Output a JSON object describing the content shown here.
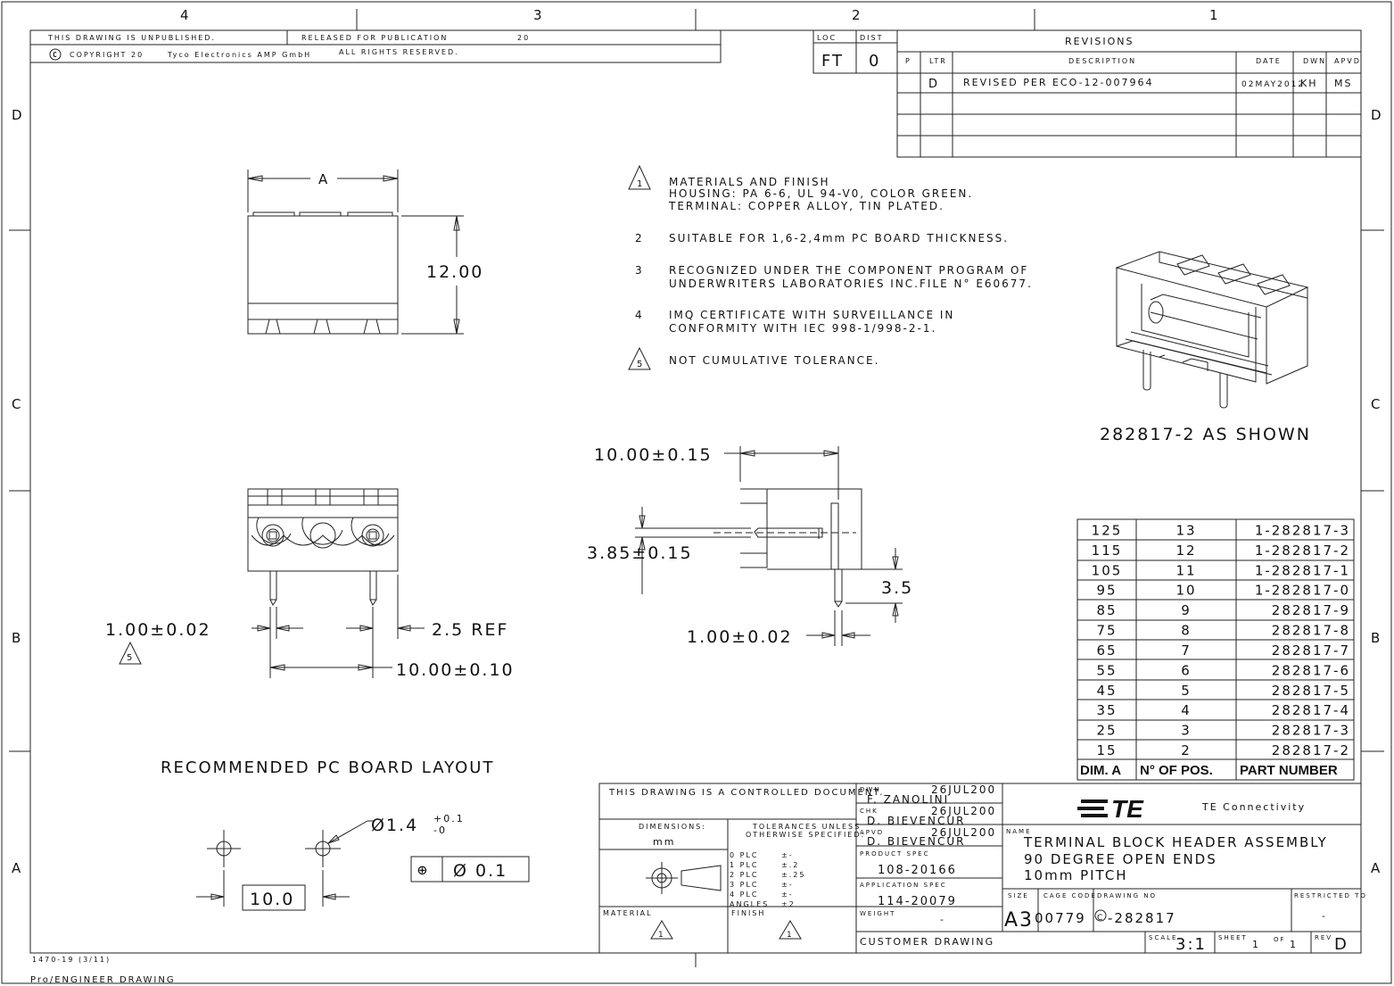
{
  "zones_top": [
    "4",
    "3",
    "2",
    "1"
  ],
  "zones_side": [
    "D",
    "C",
    "B",
    "A"
  ],
  "header": {
    "unpublished": "THIS DRAWING IS UNPUBLISHED.",
    "released": "RELEASED FOR PUBLICATION",
    "year": "20",
    "copyright": "COPYRIGHT 20",
    "company": "Tyco Electronics AMP GmbH",
    "rights": "ALL RIGHTS RESERVED."
  },
  "loc": {
    "loc_label": "LOC",
    "loc_value": "FT",
    "dist_label": "DIST",
    "dist_value": "0"
  },
  "revisions": {
    "title": "REVISIONS",
    "cols": [
      "P",
      "LTR",
      "DESCRIPTION",
      "DATE",
      "DWN",
      "APVD"
    ],
    "rows": [
      {
        "ltr": "D",
        "desc": "REVISED PER ECO-12-007964",
        "date": "02MAY2012",
        "dwn": "KH",
        "apvd": "MS"
      }
    ]
  },
  "notes": [
    {
      "num": "1",
      "tri": true,
      "lines": [
        "MATERIALS AND FINISH",
        "HOUSING: PA 6-6, UL 94-V0, COLOR GREEN.",
        "TERMINAL: COPPER ALLOY, TIN PLATED."
      ]
    },
    {
      "num": "2",
      "tri": false,
      "lines": [
        "SUITABLE FOR 1,6-2,4mm PC BOARD THICKNESS."
      ]
    },
    {
      "num": "3",
      "tri": false,
      "lines": [
        "RECOGNIZED UNDER THE COMPONENT PROGRAM OF",
        "UNDERWRITERS LABORATORIES INC.FILE N° E60677."
      ]
    },
    {
      "num": "4",
      "tri": false,
      "lines": [
        "IMQ CERTIFICATE WITH SURVEILLANCE IN",
        "CONFORMITY WITH IEC 998-1/998-2-1."
      ]
    },
    {
      "num": "5",
      "tri": true,
      "lines": [
        "NOT CUMULATIVE TOLERANCE."
      ]
    }
  ],
  "dims": {
    "a": "A",
    "h1200": "12.00",
    "pitch": "10.00±0.15",
    "d385": "3.85±0.15",
    "d35": "3.5",
    "pin_right": "1.00±0.02",
    "pin_left": "1.00±0.02",
    "ref25": "2.5 REF",
    "pitch2": "10.00±0.10",
    "note5": "5",
    "hole": "Ø1.4",
    "hole_tol_plus": "+0.1",
    "hole_tol_minus": "-0",
    "pos_tol_symbol": "⊕",
    "pos_tol_value": "Ø 0.1",
    "layout_pitch": "10.0"
  },
  "shown_caption": "282817-2 AS SHOWN",
  "layout_title": "RECOMMENDED PC BOARD LAYOUT",
  "part_table": {
    "headers": [
      "DIM. A",
      "N° OF POS.",
      "PART NUMBER"
    ],
    "rows": [
      [
        "125",
        "13",
        "1-282817-3"
      ],
      [
        "115",
        "12",
        "1-282817-2"
      ],
      [
        "105",
        "11",
        "1-282817-1"
      ],
      [
        "95",
        "10",
        "1-282817-0"
      ],
      [
        "85",
        "9",
        "282817-9"
      ],
      [
        "75",
        "8",
        "282817-8"
      ],
      [
        "65",
        "7",
        "282817-7"
      ],
      [
        "55",
        "6",
        "282817-6"
      ],
      [
        "45",
        "5",
        "282817-5"
      ],
      [
        "35",
        "4",
        "282817-4"
      ],
      [
        "25",
        "3",
        "282817-3"
      ],
      [
        "15",
        "2",
        "282817-2"
      ]
    ]
  },
  "title_block": {
    "controlled": "THIS DRAWING IS A CONTROLLED DOCUMENT.",
    "dimensions_label": "DIMENSIONS:",
    "units": "mm",
    "tol_label_1": "TOLERANCES UNLESS",
    "tol_label_2": "OTHERWISE SPECIFIED:",
    "tol_rows": [
      [
        "0 PLC",
        "±-"
      ],
      [
        "1 PLC",
        "±.2"
      ],
      [
        "2 PLC",
        "±.25"
      ],
      [
        "3 PLC",
        "±-"
      ],
      [
        "4 PLC",
        "±-"
      ],
      [
        "ANGLES",
        "±2"
      ]
    ],
    "material_label": "MATERIAL",
    "finish_label": "FINISH",
    "dwn_label": "DWN",
    "dwn_date": "26JUL200",
    "dwn_name": "F. ZANOLINI",
    "chk_label": "CHK",
    "chk_date": "26JUL200",
    "chk_name": "D. BIEVENCUR",
    "apvd_label": "APVD",
    "apvd_date": "26JUL200",
    "apvd_name": "D. BIEVENCUR",
    "product_spec_label": "PRODUCT SPEC",
    "product_spec": "108-20166",
    "app_spec_label": "APPLICATION SPEC",
    "app_spec": "114-20079",
    "weight_label": "WEIGHT",
    "weight": "-",
    "customer": "CUSTOMER DRAWING",
    "logo": "TE",
    "brand": "TE Connectivity",
    "name_label": "NAME",
    "name_lines": [
      "TERMINAL BLOCK HEADER ASSEMBLY",
      "90 DEGREE OPEN ENDS",
      "10mm PITCH"
    ],
    "size_label": "SIZE",
    "size": "A3",
    "cage_label": "CAGE CODE",
    "cage": "00779",
    "dwg_label": "DRAWING NO",
    "dwg_prefix": "C",
    "dwg": "-282817",
    "restricted_label": "RESTRICTED TO",
    "restricted": "-",
    "scale_label": "SCALE",
    "scale": "3:1",
    "sheet_label": "SHEET",
    "sheet": "1",
    "of_label": "OF",
    "of": "1",
    "rev_label": "REV",
    "rev": "D"
  },
  "footer_form": "1470-19 (3/11)",
  "footer_app": "Pro/ENGINEER DRAWING"
}
